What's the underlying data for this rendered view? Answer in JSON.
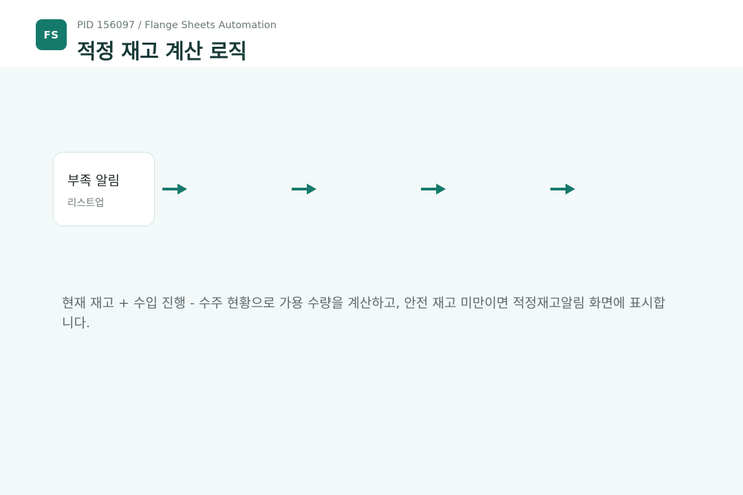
{
  "header": {
    "logo_text": "FS",
    "breadcrumb": "PID 156097 / Flange Sheets Automation",
    "title": "적정 재고 계산 로직"
  },
  "flow": {
    "steps": [
      {
        "title": "부족 알림",
        "subtitle": "리스트업"
      }
    ],
    "arrow_color": "#157a6b",
    "arrow_icon": "arrow-right-icon"
  },
  "description": "현재 재고 + 수입 진행 - 수주 현황으로 가용 수량을 계산하고, 안전 재고 미만이면 적정재고알림 화면에 표시합니다."
}
